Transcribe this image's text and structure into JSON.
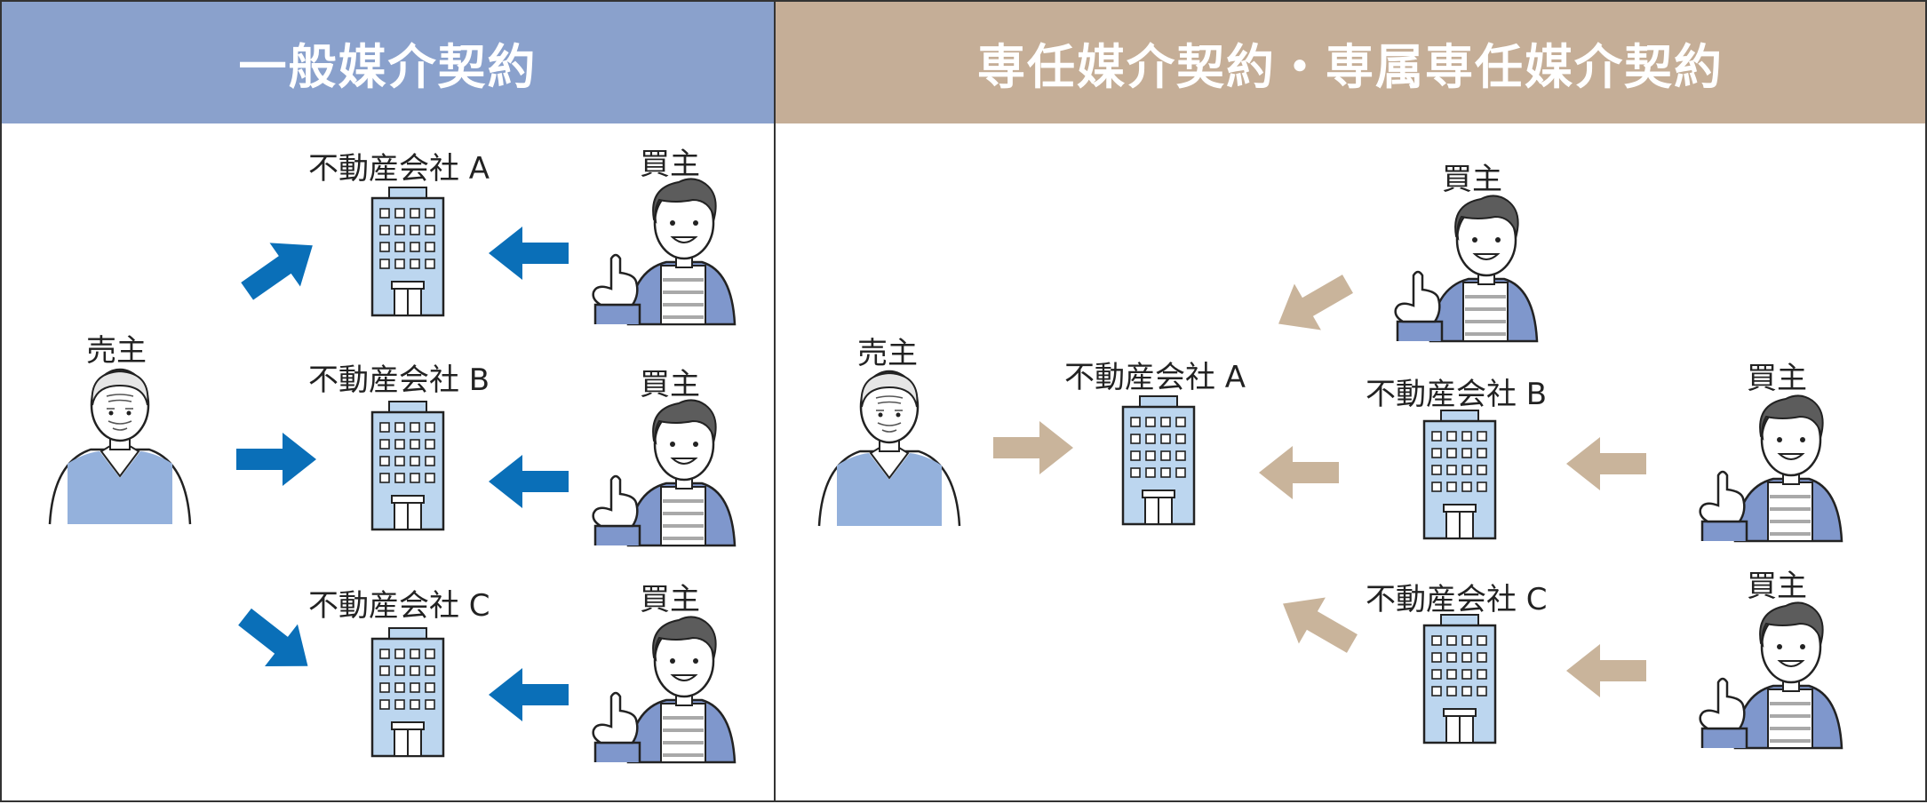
{
  "colors": {
    "general_header": "#8aa1cc",
    "exclusive_header": "#c5ae97",
    "general_arrow": "#0a6fb8",
    "exclusive_arrow": "#c9b49b",
    "building_fill": "#bcd6ef",
    "seller_sweater": "#94b1dc",
    "buyer_cardigan": "#7f97cc",
    "outline": "#222222"
  },
  "general": {
    "title": "一般媒介契約",
    "seller_label": "売主",
    "companies": [
      {
        "label": "不動産会社 A",
        "buyer_label": "買主"
      },
      {
        "label": "不動産会社 B",
        "buyer_label": "買主"
      },
      {
        "label": "不動産会社 C",
        "buyer_label": "買主"
      }
    ]
  },
  "exclusive": {
    "title": "専任媒介契約・専属専任媒介契約",
    "seller_label": "売主",
    "main_company": {
      "label": "不動産会社 A",
      "buyer_label": "買主"
    },
    "other_companies": [
      {
        "label": "不動産会社 B",
        "buyer_label": "買主"
      },
      {
        "label": "不動産会社 C",
        "buyer_label": "買主"
      }
    ]
  },
  "icons": [
    "seller-person-icon",
    "buyer-person-icon",
    "office-building-icon",
    "arrow-icon"
  ]
}
